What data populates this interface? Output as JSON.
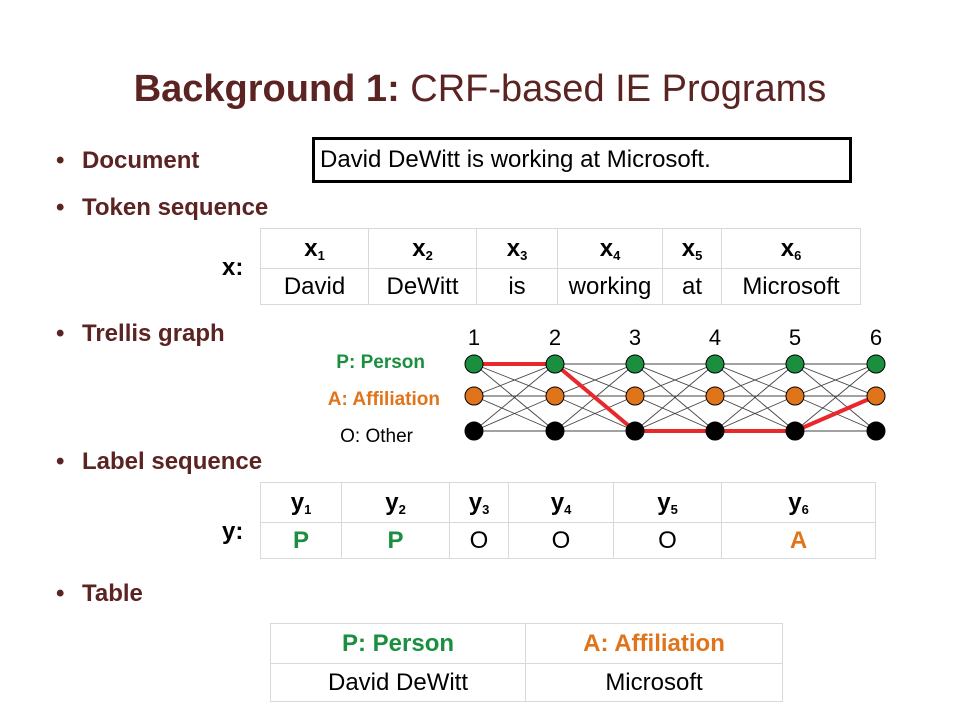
{
  "title": {
    "bold": "Background 1:",
    "rest": " CRF-based IE Programs"
  },
  "bullets": {
    "document": "Document",
    "token_sequence": "Token sequence",
    "trellis": "Trellis graph",
    "label_sequence": "Label sequence",
    "table": "Table"
  },
  "document_text": "David DeWitt is working at Microsoft.",
  "tokens": {
    "var": "x:",
    "headers": [
      {
        "base": "x",
        "sub": "1"
      },
      {
        "base": "x",
        "sub": "2"
      },
      {
        "base": "x",
        "sub": "3"
      },
      {
        "base": "x",
        "sub": "4"
      },
      {
        "base": "x",
        "sub": "5"
      },
      {
        "base": "x",
        "sub": "6"
      }
    ],
    "values": [
      "David",
      "DeWitt",
      "is",
      "working",
      "at",
      "Microsoft"
    ]
  },
  "trellis": {
    "positions": [
      "1",
      "2",
      "3",
      "4",
      "5",
      "6"
    ],
    "states": [
      {
        "label": "P: Person",
        "color": "#1a8f3f"
      },
      {
        "label": "A: Affiliation",
        "color": "#e0741b"
      },
      {
        "label": "O: Other",
        "color": "#000000"
      }
    ],
    "path": [
      0,
      0,
      2,
      2,
      2,
      1
    ],
    "path_color": "#e8282b"
  },
  "labels": {
    "var": "y:",
    "headers": [
      {
        "base": "y",
        "sub": "1"
      },
      {
        "base": "y",
        "sub": "2"
      },
      {
        "base": "y",
        "sub": "3"
      },
      {
        "base": "y",
        "sub": "4"
      },
      {
        "base": "y",
        "sub": "5"
      },
      {
        "base": "y",
        "sub": "6"
      }
    ],
    "values": [
      "P",
      "P",
      "O",
      "O",
      "O",
      "A"
    ]
  },
  "result_table": {
    "headers": [
      "P: Person",
      "A: Affiliation"
    ],
    "row": [
      "David DeWitt",
      "Microsoft"
    ]
  },
  "colors": {
    "title": "#5c2323",
    "person": "#1a8f3f",
    "affiliation": "#e0741b"
  }
}
